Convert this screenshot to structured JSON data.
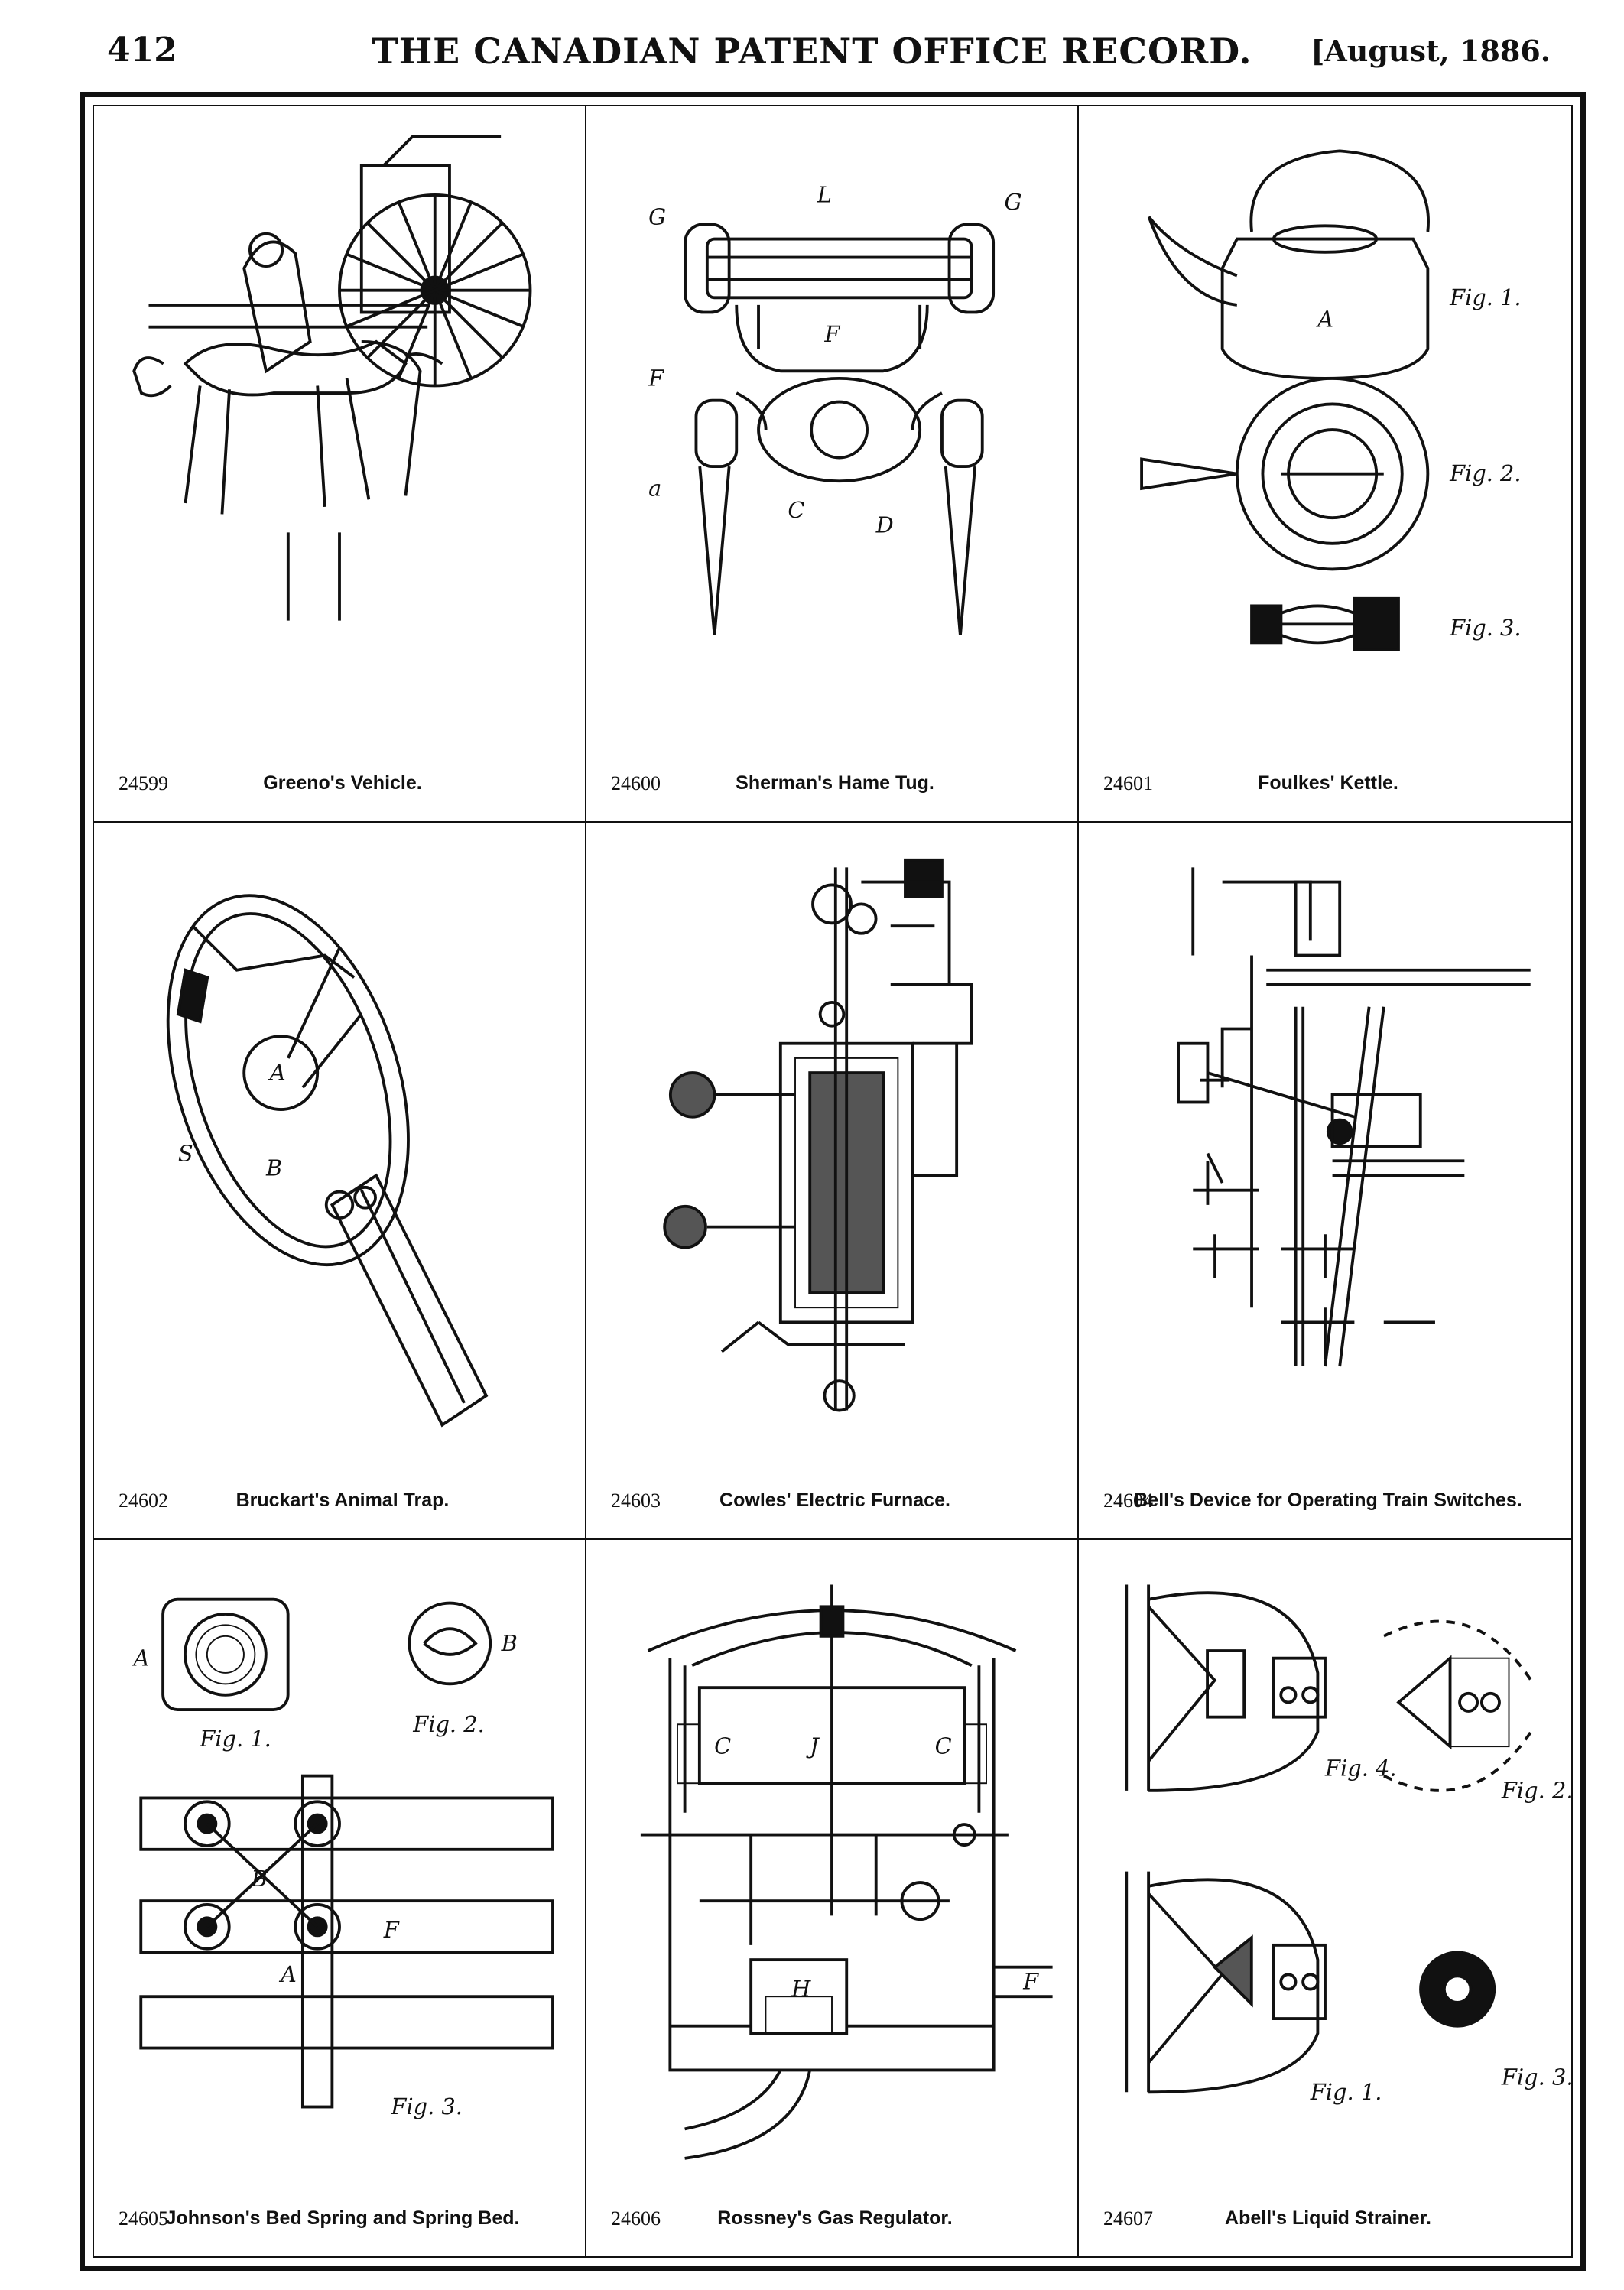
{
  "header": {
    "page_number": "412",
    "journal_title": "THE CANADIAN PATENT OFFICE RECORD.",
    "date": "[August, 1886."
  },
  "panels": [
    {
      "number": "24599",
      "title": "Greeno's Vehicle."
    },
    {
      "number": "24600",
      "title": "Sherman's Hame Tug."
    },
    {
      "number": "24601",
      "title": "Foulkes' Kettle.",
      "figures": [
        "Fig. 1.",
        "Fig. 2.",
        "Fig. 3."
      ]
    },
    {
      "number": "24602",
      "title": "Bruckart's Animal Trap."
    },
    {
      "number": "24603",
      "title": "Cowles' Electric Furnace."
    },
    {
      "number": "24604",
      "title": "Bell's Device for Operating Train Switches."
    },
    {
      "number": "24605",
      "title": "Johnson's Bed Spring and Spring Bed.",
      "figures": [
        "Fig. 1.",
        "Fig. 2.",
        "Fig. 3."
      ]
    },
    {
      "number": "24606",
      "title": "Rossney's Gas Regulator."
    },
    {
      "number": "24607",
      "title": "Abell's Liquid Strainer.",
      "figures": [
        "Fig. 1.",
        "Fig. 2.",
        "Fig. 3.",
        "Fig. 4."
      ]
    }
  ]
}
